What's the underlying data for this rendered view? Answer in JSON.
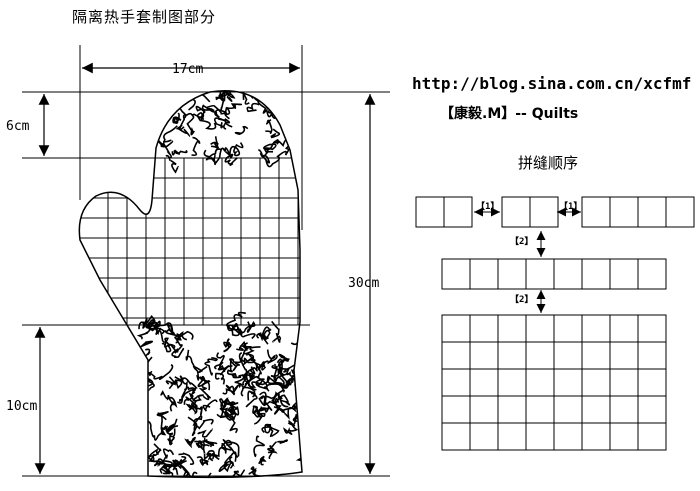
{
  "title": "隔离热手套制图部分",
  "url": "http://blog.sina.com.cn/xcfmf",
  "author": "【康毅.M】--  Quilts",
  "order_heading": "拼缝顺序",
  "dimensions": {
    "width": "17cm",
    "top": "6cm",
    "height": "30cm",
    "bottom": "10cm"
  },
  "steps": {
    "step1": "【1】",
    "step2": "【2】"
  },
  "assembly": {
    "row1_left_cells": 2,
    "row1_middle_cells": 2,
    "row1_right_cells": 4,
    "row2_cells": 8,
    "block_columns": 8,
    "block_rows": 5
  }
}
